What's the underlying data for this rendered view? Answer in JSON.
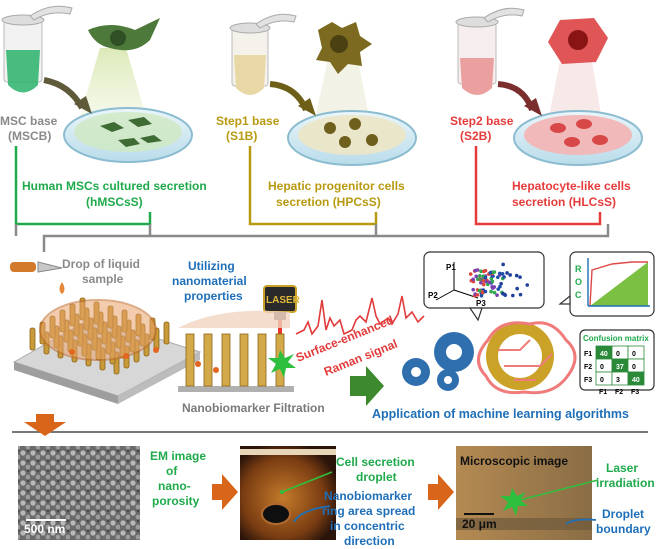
{
  "top_row": {
    "msc": {
      "base_label_line1": "MSC base",
      "base_label_line2": "(MSCB)",
      "secretion_line1": "Human MSCs cultured secretion",
      "secretion_line2": "(hMSCsS)",
      "color": "#1faa4b"
    },
    "step1": {
      "base_label_line1": "Step1 base",
      "base_label_line2": "(S1B)",
      "secretion_line1": "Hepatic progenitor cells",
      "secretion_line2": "secretion (HPCsS)",
      "color": "#b89a10"
    },
    "step2": {
      "base_label_line1": "Step2 base",
      "base_label_line2": "(S2B)",
      "secretion_line1": "Hepatocyte-like cells",
      "secretion_line2": "secretion (HLCsS)",
      "color": "#e63b3b"
    }
  },
  "middle_row": {
    "drop_label_line1": "Drop of liquid",
    "drop_label_line2": "sample",
    "nanomaterial_line1": "Utilizing",
    "nanomaterial_line2": "nanomaterial",
    "nanomaterial_line3": "properties",
    "laser_label": "LASER",
    "sers_line1": "Surface-enhanced",
    "sers_line2": "Raman signal",
    "filtration_label": "Nanobiomarker Filtration",
    "ml_label": "Application of machine learning algorithms",
    "pca_axes": [
      "P1",
      "P2",
      "P3"
    ],
    "roc_letters": [
      "R",
      "O",
      "C"
    ],
    "confusion_title": "Confusion matrix",
    "confusion_rows": [
      "F1",
      "F2",
      "F3"
    ],
    "confusion_cols": [
      "F1",
      "F2",
      "F3"
    ],
    "confusion_values": [
      [
        "40",
        "0",
        "0"
      ],
      [
        "0",
        "37",
        "0"
      ],
      [
        "0",
        "3",
        "40"
      ]
    ]
  },
  "bottom_row": {
    "em_line1": "EM image",
    "em_line2": "of",
    "em_line3": "nano-",
    "em_line4": "porosity",
    "scale_em": "500 nm",
    "cell_droplet_line1": "Cell secretion",
    "cell_droplet_line2": "droplet",
    "ring_line1": "Nanobiomarker",
    "ring_line2": "ring area spread",
    "ring_line3": "in concentric",
    "ring_line4": "direction",
    "micro_title": "Microscopic image",
    "scale_micro": "20 μm",
    "laser_irr_line1": "Laser",
    "laser_irr_line2": "irradiation",
    "droplet_b_line1": "Droplet",
    "droplet_b_line2": "boundary"
  },
  "colors": {
    "green": "#1faa4b",
    "gold": "#b89a10",
    "red": "#e63b3b",
    "blue": "#1f6fb8",
    "arrow_orange": "#d9651a",
    "arrow_green": "#3d8a2e",
    "gear_blue": "#2f6fae",
    "gear_gold": "#c9a227"
  }
}
